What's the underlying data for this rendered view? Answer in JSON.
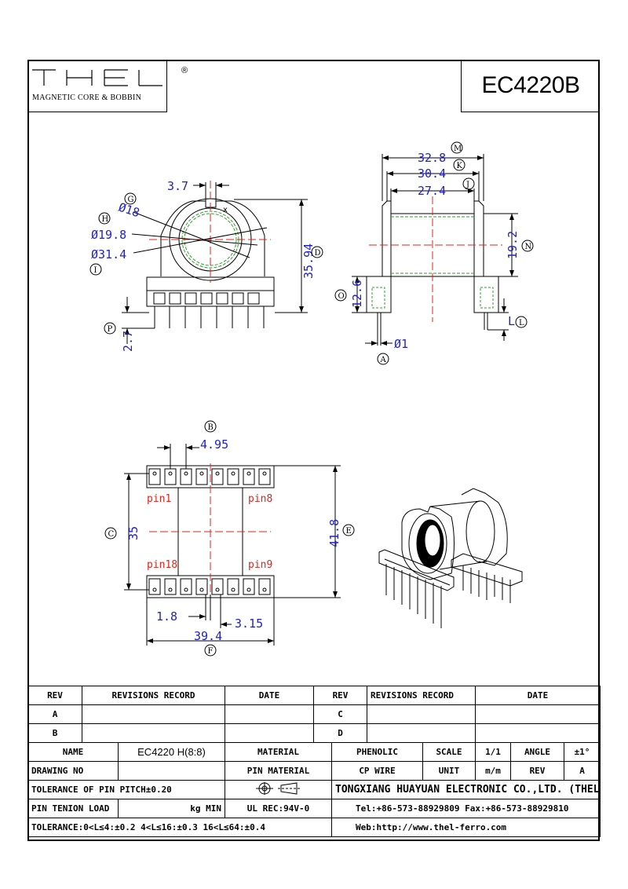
{
  "header": {
    "logo_text": "THEL",
    "logo_registered": "®",
    "logo_subtitle": "MAGNETIC CORE & BOBBIN",
    "part_number": "EC4220B"
  },
  "front_view": {
    "dim_slot": "3.7",
    "dim_d18": "Ø18",
    "dim_d19_8": "Ø19.8",
    "dim_d31_4": "Ø31.4",
    "dim_height": "35.94",
    "dim_pin_len": "2.7",
    "mark_x": "x",
    "label_G": "G",
    "label_H": "H",
    "label_I": "I",
    "label_D": "D",
    "label_P": "P"
  },
  "side_view": {
    "dim_32_8": "32.8",
    "dim_30_4": "30.4",
    "dim_27_4": "27.4",
    "dim_19_2": "19.2",
    "dim_12_6": "12.6",
    "dim_pin_d": "Ø1",
    "dim_L": "L",
    "label_M": "M",
    "label_K": "K",
    "label_J": "J",
    "label_N": "N",
    "label_O": "O",
    "label_L": "L",
    "label_A": "A"
  },
  "bottom_view": {
    "dim_pitch": "4.95",
    "dim_35": "35",
    "dim_41_8": "41.8",
    "dim_1_8": "1.8",
    "dim_3_15": "3.15",
    "dim_39_4": "39.4",
    "pin1": "pin1",
    "pin8": "pin8",
    "pin18": "pin18",
    "pin9": "pin9",
    "label_B": "B",
    "label_C": "C",
    "label_E": "E",
    "label_F": "F"
  },
  "title_block": {
    "rev_h1": "REV",
    "rec_h1": "REVISIONS RECORD",
    "date_h1": "DATE",
    "rev_h2": "REV",
    "rec_h2": "REVISIONS RECORD",
    "date_h2": "DATE",
    "rev_a": "A",
    "rev_b": "B",
    "rev_c": "C",
    "rev_d": "D",
    "name_label": "NAME",
    "name_value": "EC4220 H(8:8)",
    "material_label": "MATERIAL",
    "material_value": "PHENOLIC",
    "scale_label": "SCALE",
    "scale_value": "1/1",
    "angle_label": "ANGLE",
    "angle_value": "±1°",
    "drawing_no_label": "DRAWING NO",
    "pin_material_label": "PIN MATERIAL",
    "pin_material_value": "CP WIRE",
    "unit_label": "UNIT",
    "unit_value": "m/m",
    "rev_label": "REV",
    "rev_value": "A",
    "tolerance_pitch": "TOLERANCE OF PIN PITCH±0.20",
    "company": "TONGXIANG HUAYUAN ELECTRONIC CO.,LTD. (THEL)",
    "pin_load_label": "PIN TENION LOAD",
    "pin_load_unit": "kg MIN",
    "ul_rec": "UL REC:94V-0",
    "tel": "Tel:+86-573-88929809 Fax:+86-573-88929810",
    "tolerance": "TOLERANCE:0<L≤4:±0.2 4<L≤16:±0.3 16<L≤64:±0.4",
    "web": "Web:http://www.thel-ferro.com"
  }
}
